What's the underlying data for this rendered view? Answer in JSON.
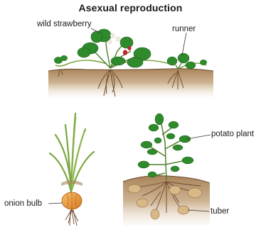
{
  "title": "Asexual reproduction",
  "labels": {
    "wild_strawberry": "wild strawberry",
    "runner": "runner",
    "onion_bulb": "onion bulb",
    "potato_plant": "potato plant",
    "tuber": "tuber"
  },
  "colors": {
    "soil_top": "#b38f63",
    "soil_bottom": "#efe4d4",
    "leaf": "#2f8a2c",
    "leaf_light": "#5fae3c",
    "stem": "#7aa640",
    "root": "#6b4a2e",
    "onion": "#e79a3c",
    "potato": "#d9b888",
    "flower": "#ffffff",
    "berry": "#c0262d"
  }
}
